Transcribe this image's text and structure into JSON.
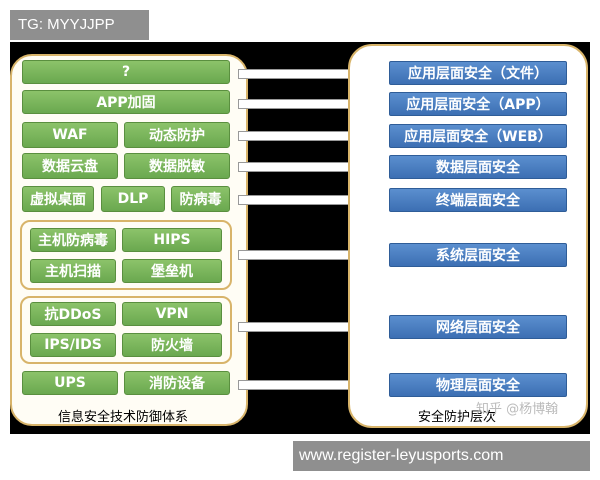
{
  "tg_label": "TG: MYYJJPP",
  "left_caption": "信息安全技术防御体系",
  "right_caption": "安全防护层次",
  "watermark": "知乎 @杨博翰",
  "url_banner": "www.register-leyusports.com",
  "technologies": {
    "unknown": "?",
    "app_hardening": "APP加固",
    "waf": "WAF",
    "dynamic_protection": "动态防护",
    "data_cloud_disk": "数据云盘",
    "data_masking": "数据脱敏",
    "virtual_desktop": "虚拟桌面",
    "dlp": "DLP",
    "antivirus": "防病毒",
    "host_antivirus": "主机防病毒",
    "hips": "HIPS",
    "host_scan": "主机扫描",
    "bastion_host": "堡垒机",
    "anti_ddos": "抗DDoS",
    "vpn": "VPN",
    "ips_ids": "IPS/IDS",
    "firewall": "防火墙",
    "ups": "UPS",
    "fire_equipment": "消防设备"
  },
  "layers": {
    "app_file": "应用层面安全（文件）",
    "app_app": "应用层面安全（APP）",
    "app_web": "应用层面安全（WEB）",
    "data": "数据层面安全",
    "terminal": "终端层面安全",
    "system": "系统层面安全",
    "network": "网络层面安全",
    "physical": "物理层面安全"
  },
  "colors": {
    "tech_box": "#6aa84f",
    "layer_box": "#3c6fb3",
    "panel_border": "#d8b46a",
    "background": "#000000"
  }
}
